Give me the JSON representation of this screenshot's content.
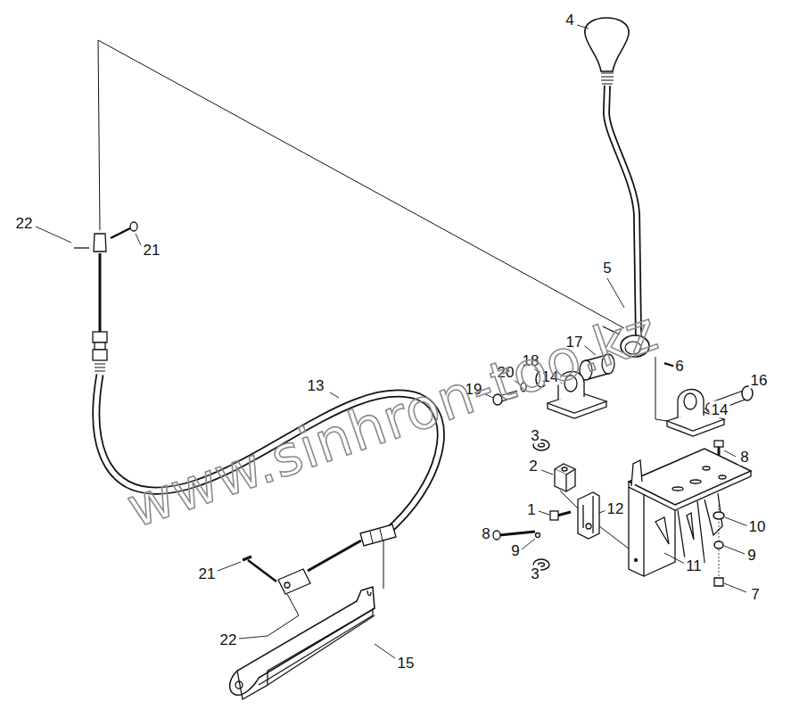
{
  "diagram": {
    "labels": [
      "4",
      "22",
      "21",
      "5",
      "17",
      "6",
      "13",
      "14",
      "18",
      "20",
      "19",
      "16",
      "14",
      "3",
      "8",
      "2",
      "1",
      "12",
      "10",
      "8",
      "9",
      "11",
      "9",
      "3",
      "7",
      "21",
      "22",
      "15",
      "www.sinhron-too.kz"
    ]
  }
}
